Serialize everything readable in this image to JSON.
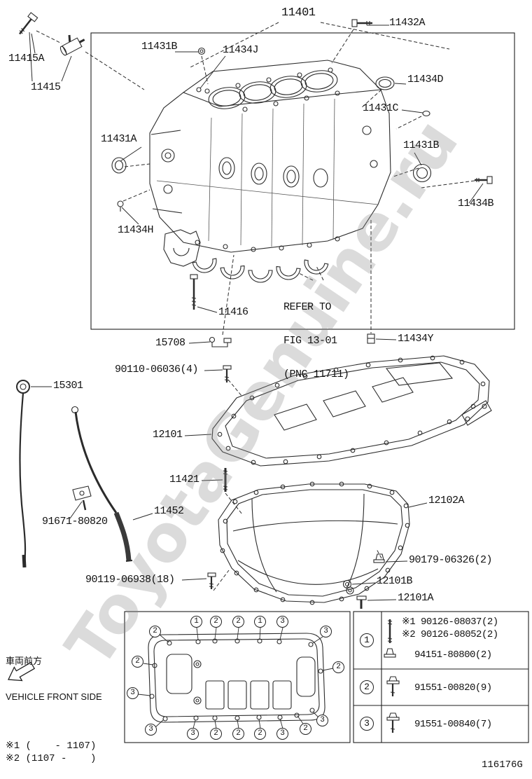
{
  "watermark": "ToyotaGenuine.ru",
  "figure_code": "116176G",
  "labels": [
    {
      "text": "11401"
    },
    {
      "text": "11432A"
    },
    {
      "text": "11415A"
    },
    {
      "text": "11431B"
    },
    {
      "text": "11434J"
    },
    {
      "text": "11415"
    },
    {
      "text": "11434D"
    },
    {
      "text": "11431C"
    },
    {
      "text": "11431A"
    },
    {
      "text": "11431B"
    },
    {
      "text": "11434B"
    },
    {
      "text": "11434H"
    },
    {
      "text": "11416"
    },
    {
      "text": "15708"
    },
    {
      "text": "11434Y"
    },
    {
      "text": "90110-06036(4)"
    },
    {
      "text": "15301"
    },
    {
      "text": "12101"
    },
    {
      "text": "11421"
    },
    {
      "text": "12102A"
    },
    {
      "text": "11452"
    },
    {
      "text": "91671-80820"
    },
    {
      "text": "90179-06326(2)"
    },
    {
      "text": "90119-06938(18)"
    },
    {
      "text": "12101B"
    },
    {
      "text": "12101A"
    }
  ],
  "refer_note": {
    "line1": "REFER TO",
    "line2": "FIG 13-01",
    "line3": "(PNC 11711)"
  },
  "front_side": {
    "jp": "車両前方",
    "en": "VEHICLE FRONT SIDE"
  },
  "footnotes": [
    "※1 (    - 1107)",
    "※2 (1107 -    )"
  ],
  "legend": {
    "rows": [
      {
        "symbol": "1",
        "lines": [
          "※1 90126-08037(2)",
          "※2 90126-08052(2)",
          "94151-80800(2)"
        ]
      },
      {
        "symbol": "2",
        "lines": [
          "91551-00820(9)"
        ]
      },
      {
        "symbol": "3",
        "lines": [
          "91551-00840(7)"
        ]
      }
    ]
  },
  "gasket_callouts": [
    "2",
    "1",
    "2",
    "2",
    "1",
    "3",
    "3",
    "2",
    "3",
    "2",
    "3",
    "3",
    "2",
    "2",
    "2",
    "3",
    "2",
    "3"
  ]
}
